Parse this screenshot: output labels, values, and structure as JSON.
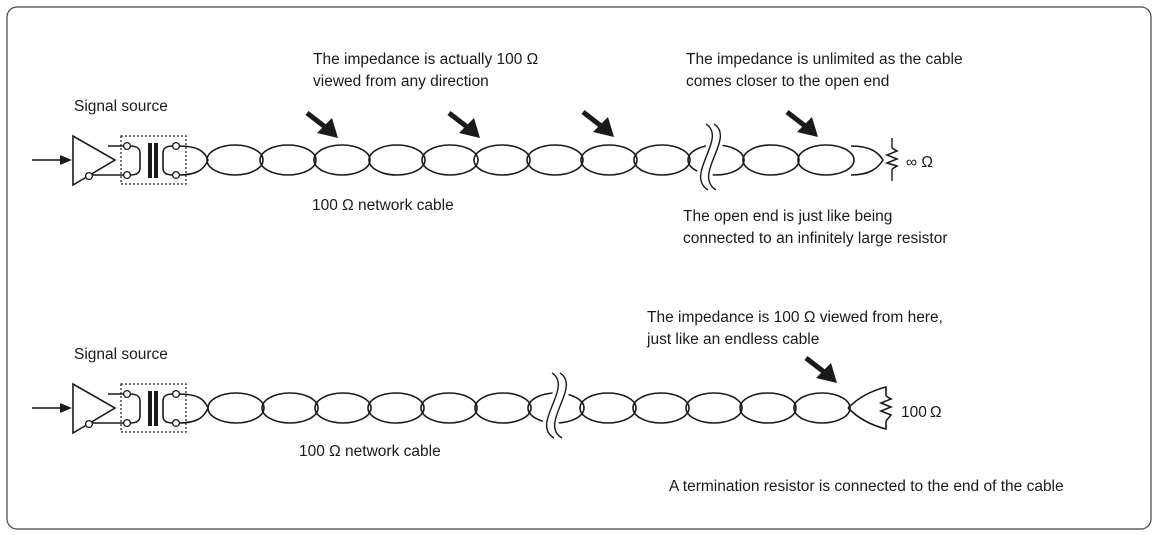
{
  "top": {
    "source_label": "Signal source",
    "cable_label": "100 Ω network cable",
    "impedance_note_line1": "The impedance is actually 100 Ω",
    "impedance_note_line2": "viewed from any direction",
    "open_note_line1": "The impedance is unlimited as the cable",
    "open_note_line2": "comes closer to the open end",
    "open_end_line1": "The open end is just like being",
    "open_end_line2": "connected to an infinitely large resistor",
    "resistor_value": "∞ Ω"
  },
  "bottom": {
    "source_label": "Signal source",
    "cable_label": "100 Ω network cable",
    "impedance_note_line1": "The impedance is 100 Ω viewed from here,",
    "impedance_note_line2": "just like an endless cable",
    "resistor_value": "100 Ω",
    "termination_note": "A termination resistor is connected to the end of the cable"
  }
}
